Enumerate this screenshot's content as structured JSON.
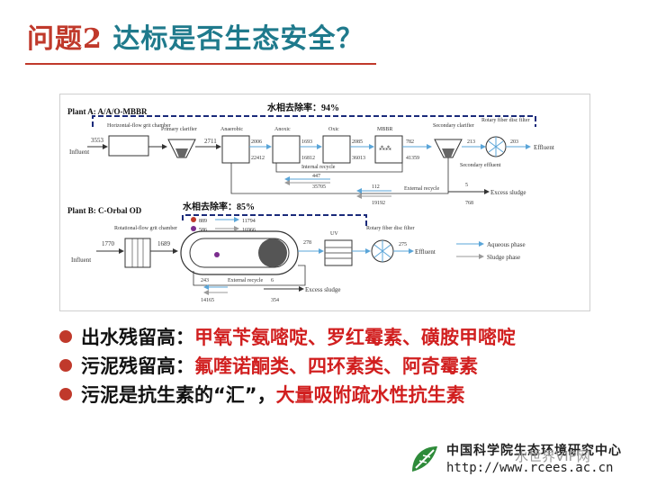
{
  "title": {
    "prefix": "问题2",
    "main": "达标是否生态安全？"
  },
  "plant_a": {
    "label": "Plant A:  A/A/O-MBBR",
    "removal_label": "水相去除率：94%",
    "influent": "Influent",
    "effluent": "Effluent",
    "excess_sludge": "Excess sludge",
    "units": [
      "Horizontal-flow grit chamber",
      "Primary clarifier",
      "Anaerobic",
      "Anoxic",
      "Oxic",
      "MBBR",
      "Secondary clarifier",
      "Rotary fiber disc filter"
    ],
    "internal_recycle": "Internal recycle",
    "external_recycle": "External recycle",
    "secondary_effluent": "Secondary effluent",
    "values": {
      "influent": "3553",
      "after_primary": "2711",
      "anaerobic_aq": "2006",
      "anaerobic_sl": "22412",
      "anoxic_aq": "1693",
      "anoxic_sl": "16812",
      "oxic_aq": "2085",
      "oxic_sl": "36013",
      "mbbr_aq": "782",
      "mbbr_sl": "41359",
      "sec_clar": "213",
      "effluent": "203",
      "int_recycle_aq": "447",
      "int_recycle_sl": "35705",
      "ext_recycle_aq": "112",
      "ext_recycle_sl": "19192",
      "excess_aq": "5",
      "excess_sl": "768"
    }
  },
  "plant_b": {
    "label": "Plant B:  C-Orbal OD",
    "removal_label": "水相去除率：85%",
    "influent": "Influent",
    "effluent": "Effluent",
    "excess_sludge": "Excess sludge",
    "units": [
      "Rotational-flow grit chamber",
      "UV",
      "Rotary fiber disc filter"
    ],
    "external_recycle": "External recycle",
    "values": {
      "influent": "1770",
      "after_grit": "1689",
      "v889": "889",
      "v11794": "11794",
      "v586": "586",
      "v16966": "16966",
      "uv_in": "278",
      "effluent": "275",
      "ext_aq": "243",
      "ext_sl": "14165",
      "excess_aq": "6",
      "excess_sl": "354"
    }
  },
  "legend": {
    "aqueous": "Aqueous phase",
    "sludge": "Sludge phase"
  },
  "bullets": [
    {
      "key": "出水残留高：",
      "value": "甲氧苄氨嘧啶、罗红霉素、磺胺甲嘧啶"
    },
    {
      "key": "污泥残留高：",
      "value": "氟喹诺酮类、四环素类、阿奇霉素"
    },
    {
      "key": "污泥是抗生素的“汇”，",
      "value": "大量吸附疏水性抗生素"
    }
  ],
  "logo": {
    "cn": "中国科学院生态环境研究中心",
    "url": "http://www.rcees.ac.cn",
    "watermark": "水世界VIP网"
  },
  "colors": {
    "accent": "#c0392b",
    "title_blue": "#1f7a8c",
    "highlight": "#d11f1f",
    "aqueous": "#5aa5d8",
    "sludge": "#9a9a9a"
  }
}
